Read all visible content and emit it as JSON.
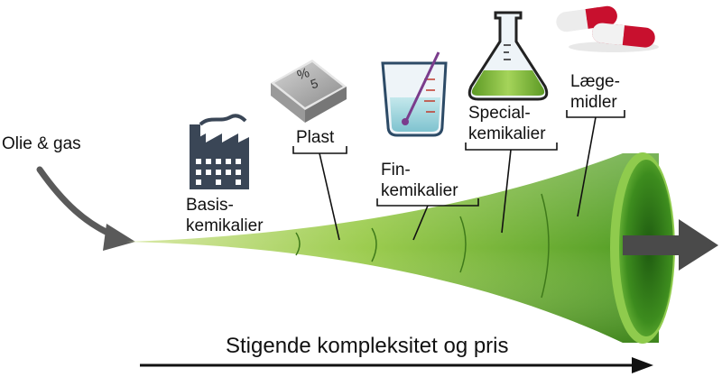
{
  "source_label": "Olie & gas",
  "stages": [
    {
      "id": "basis",
      "lines": [
        "Basis-",
        "kemikalier"
      ]
    },
    {
      "id": "plast",
      "lines": [
        "Plast"
      ]
    },
    {
      "id": "fin",
      "lines": [
        "Fin-",
        "kemikalier"
      ]
    },
    {
      "id": "special",
      "lines": [
        "Special-",
        "kemikalier"
      ]
    },
    {
      "id": "laege",
      "lines": [
        "Læge-",
        "midler"
      ]
    }
  ],
  "axis_label": "Stigende kompleksitet og pris",
  "plast_icon_text": {
    "top": "%",
    "bottom": "5"
  },
  "colors": {
    "horn_light": "#c8e08a",
    "horn_mid": "#7fbf3a",
    "horn_dark": "#3f8a1e",
    "arrow_gray": "#555555",
    "factory": "#3a4656",
    "flask_liquid": "#8cc04a",
    "beaker_liquid": "#9fd4dc",
    "capsule_red": "#c8102e"
  }
}
